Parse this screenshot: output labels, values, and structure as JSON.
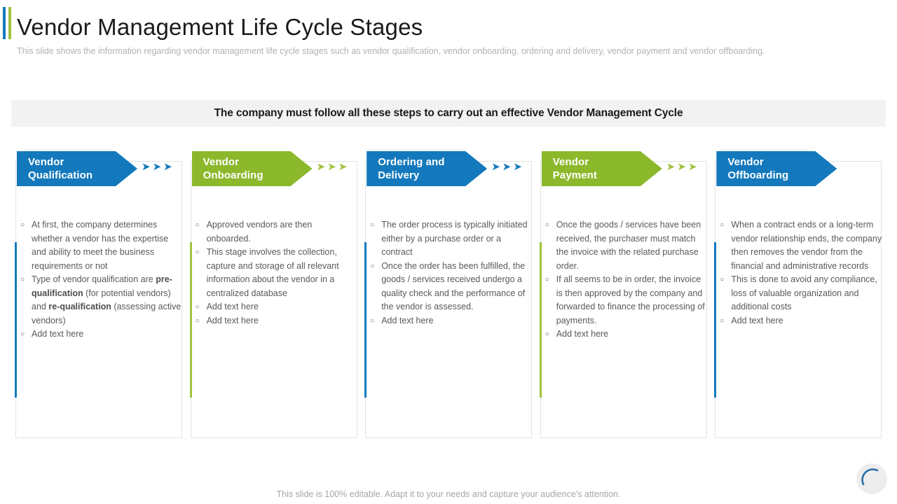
{
  "header": {
    "title": "Vendor Management Life Cycle Stages",
    "subtitle": "This slide shows the information regarding vendor management life cycle stages such as vendor qualification, vendor onboarding, ordering and delivery, vendor payment and vendor offboarding.",
    "accent_colors": [
      "#1479bc",
      "#a0c23e"
    ]
  },
  "banner": {
    "text": "The company must follow all these steps to carry out an effective Vendor Management Cycle",
    "background": "#f2f2f2"
  },
  "chevron_glyph": "➤",
  "stages": [
    {
      "title_line1": "Vendor",
      "title_line2": "Qualification",
      "color": "#1479bc",
      "accent_color": "#1479bc",
      "chevron_color": "#1479bc",
      "has_chevrons": true,
      "bullets": [
        {
          "html": "At first, the company determines whether a vendor has the expertise and ability to meet the business requirements or not"
        },
        {
          "html": "Type of vendor qualification are <b>pre-qualification</b> (for potential vendors) and <b>re-qualification</b> (assessing active vendors)"
        },
        {
          "html": "Add text here"
        }
      ]
    },
    {
      "title_line1": "Vendor",
      "title_line2": "Onboarding",
      "color": "#8cb82b",
      "accent_color": "#a0c23e",
      "chevron_color": "#a0c23e",
      "has_chevrons": true,
      "bullets": [
        {
          "html": "Approved vendors are then onboarded."
        },
        {
          "html": "This stage involves the collection, capture and storage of all relevant information about the vendor in a centralized database"
        },
        {
          "html": "Add text here"
        },
        {
          "html": "Add text here"
        }
      ]
    },
    {
      "title_line1": "Ordering and",
      "title_line2": "Delivery",
      "color": "#1479bc",
      "accent_color": "#1479bc",
      "chevron_color": "#1479bc",
      "has_chevrons": true,
      "bullets": [
        {
          "html": "The order process is typically initiated either by a purchase order or a contract"
        },
        {
          "html": "Once the order has been fulfilled, the goods / services received undergo a quality check and the performance of the vendor is assessed."
        },
        {
          "html": "Add text here"
        }
      ]
    },
    {
      "title_line1": "Vendor",
      "title_line2": "Payment",
      "color": "#8cb82b",
      "accent_color": "#a0c23e",
      "chevron_color": "#a0c23e",
      "has_chevrons": true,
      "bullets": [
        {
          "html": "Once the goods / services have been received, the purchaser must match the invoice with the related purchase order."
        },
        {
          "html": "If all seems to be in order, the invoice is then approved by the company and forwarded to finance the processing of payments."
        },
        {
          "html": "Add text here"
        }
      ]
    },
    {
      "title_line1": "Vendor",
      "title_line2": "Offboarding",
      "color": "#1479bc",
      "accent_color": "#1479bc",
      "chevron_color": "#1479bc",
      "has_chevrons": false,
      "bullets": [
        {
          "html": "When a contract ends or a long-term vendor relationship ends, the company then removes the vendor from the financial and administrative records"
        },
        {
          "html": "This is done to avoid any compliance, loss of valuable organization and additional costs"
        },
        {
          "html": "Add text here"
        }
      ]
    }
  ],
  "footer": {
    "note": "This slide is 100% editable. Adapt it to your needs and capture your audience's attention."
  }
}
